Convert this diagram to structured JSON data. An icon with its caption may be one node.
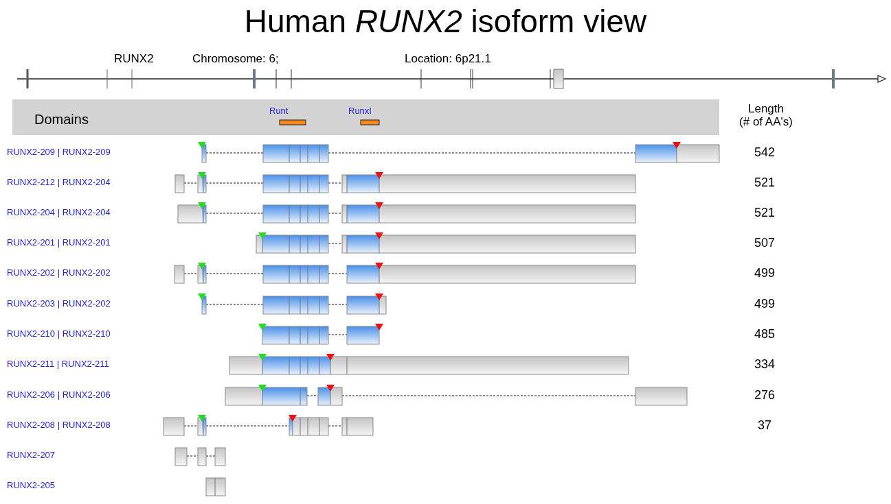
{
  "diagram": {
    "title": "Human *RUNX2* isoform view",
    "labels": [
      "RUNX2",
      "Chromosome: 6;",
      "Location: 6p21.1",
      "Domains",
      "Runt",
      "RunxI",
      "Length (# of AA's)",
      "RUNX2-209 | RUNX2-209",
      "542",
      "RUNX2-212 | RUNX2-204",
      "521",
      "RUNX2-204 | RUNX2-204",
      "521",
      "RUNX2-201 | RUNX2-201",
      "507",
      "RUNX2-202 | RUNX2-202",
      "499",
      "RUNX2-203 | RUNX2-202",
      "499",
      "RUNX2-210 | RUNX2-210",
      "485",
      "RUNX2-211 | RUNX2-211",
      "334",
      "RUNX2-206 | RUNX2-206",
      "276",
      "RUNX2-208 | RUNX2-208",
      "37",
      "RUNX2-207",
      "RUNX2-205"
    ]
  }
}
